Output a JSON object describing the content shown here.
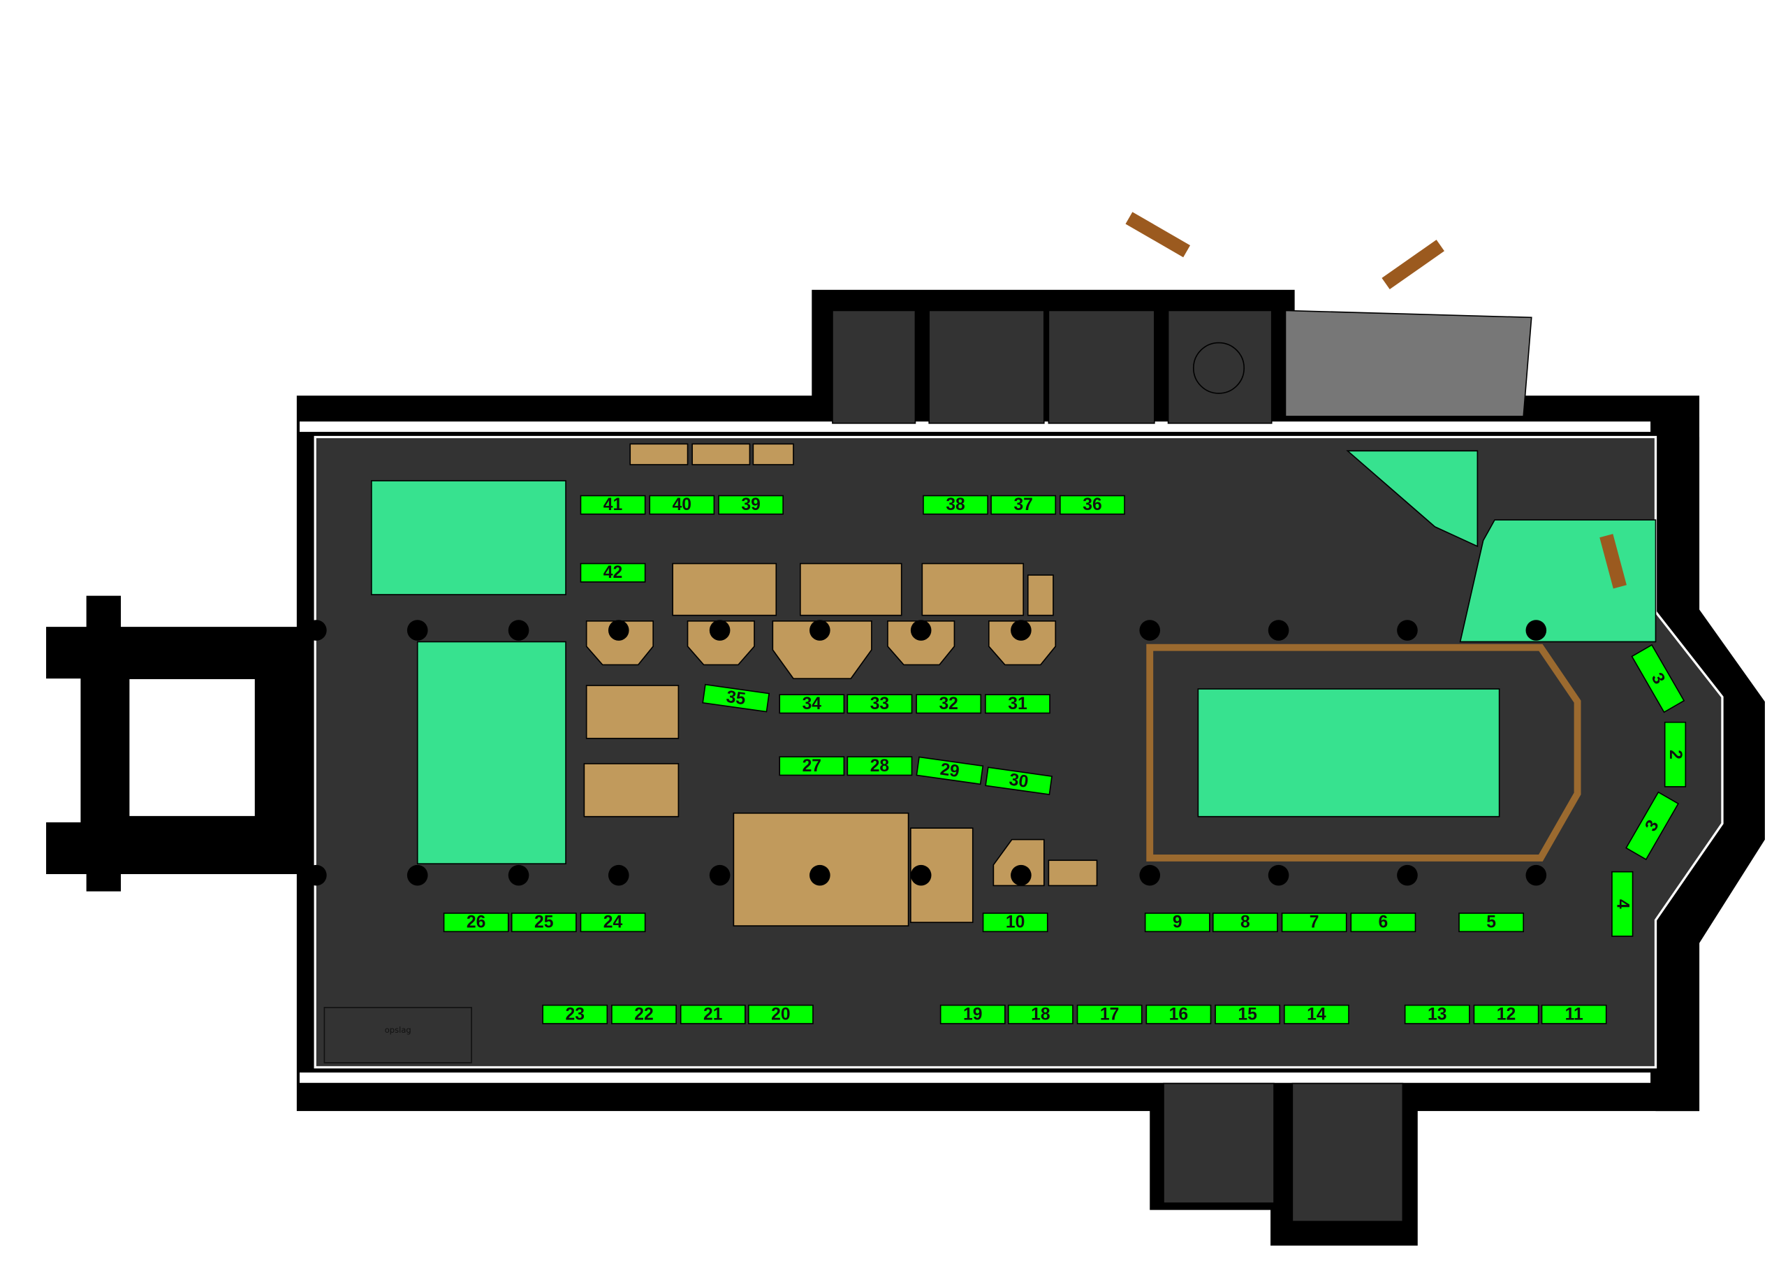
{
  "colors": {
    "floor": "#333333",
    "wall": "#000000",
    "green_zone": "#37e28f",
    "booth": "#00ff00",
    "furniture": "#c19a5c",
    "wood": "#9b5a1f"
  },
  "rooms": {
    "storage_label": "opslag"
  },
  "booths": [
    "41",
    "40",
    "39",
    "38",
    "37",
    "36",
    "42",
    "35",
    "34",
    "33",
    "32",
    "31",
    "27",
    "28",
    "29",
    "30",
    "26",
    "25",
    "24",
    "10",
    "9",
    "8",
    "7",
    "6",
    "5",
    "23",
    "22",
    "21",
    "20",
    "19",
    "18",
    "17",
    "16",
    "15",
    "14",
    "13",
    "12",
    "11",
    "3",
    "2",
    "3",
    "4"
  ]
}
